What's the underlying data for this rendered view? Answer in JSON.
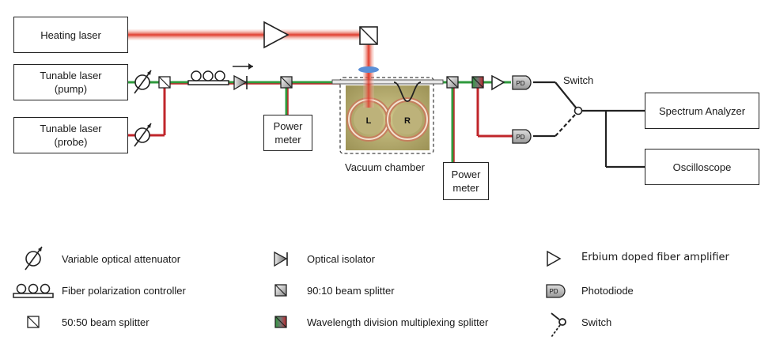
{
  "components": {
    "heating_laser": "Heating laser",
    "tunable_pump": "Tunable laser\n(pump)",
    "tunable_probe": "Tunable laser\n(probe)",
    "power_meter_1": "Power\nmeter",
    "power_meter_2": "Power\nmeter",
    "vacuum_chamber": "Vacuum chamber",
    "switch": "Switch",
    "spectrum_analyzer": "Spectrum Analyzer",
    "oscilloscope": "Oscilloscope",
    "resonator_left": "L",
    "resonator_right": "R",
    "pd_label": "PD"
  },
  "legend": {
    "voa": "Variable optical attenuator",
    "fpc": "Fiber polarization controller",
    "bs5050": "50:50 beam splitter",
    "isolator": "Optical isolator",
    "bs9010": "90:10 beam splitter",
    "wdm": "Wavelength division multiplexing splitter",
    "edfa": "Erbium doped fiber amplifier",
    "photodiode": "Photodiode",
    "switch": "Switch"
  },
  "colors": {
    "heating_beam": "#e03a2a",
    "green_fiber": "#2e9a3c",
    "red_fiber": "#c0262b",
    "line": "#222222",
    "chamber_bg": "#b9ad6a",
    "lens": "#5b8fd6"
  }
}
